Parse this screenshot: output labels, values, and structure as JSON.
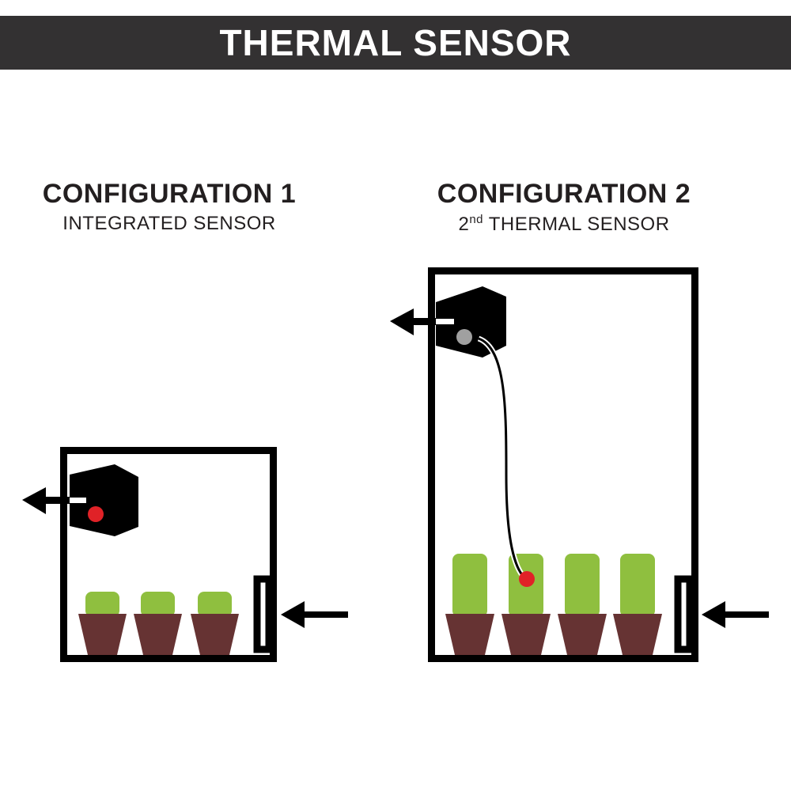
{
  "title": "THERMAL SENSOR",
  "configurations": [
    {
      "title": "CONFIGURATION 1",
      "subtitle": "INTEGRATED SENSOR",
      "sensor_color": "#e02227"
    },
    {
      "title": "CONFIGURATION 2",
      "subtitle_sup": "nd",
      "subtitle_prefix": "2",
      "subtitle_rest": " THERMAL SENSOR",
      "sensor_color": "#e02227",
      "fan_sensor_color": "#a0a0a0"
    }
  ],
  "colors": {
    "header": "#333132",
    "plant": "#8fbf3f",
    "pot": "#663333",
    "frame": "#000000"
  }
}
